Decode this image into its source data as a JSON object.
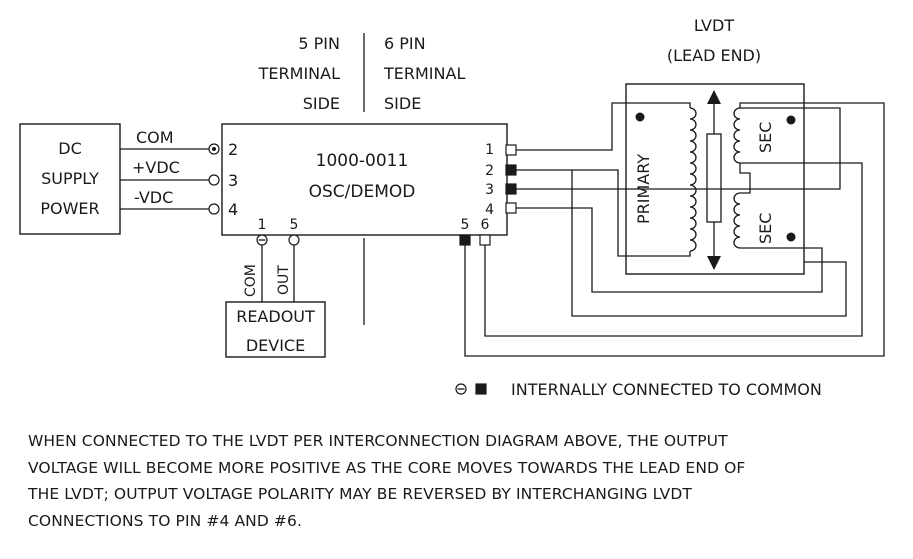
{
  "headings": {
    "five_pin": [
      "5 PIN",
      "TERMINAL",
      "SIDE"
    ],
    "six_pin": [
      "6 PIN",
      "TERMINAL",
      "SIDE"
    ],
    "lvdt": [
      "LVDT",
      "(LEAD END)"
    ]
  },
  "power_supply": {
    "lines": [
      "DC",
      "SUPPLY",
      "POWER"
    ]
  },
  "supply_wires": [
    "COM",
    "+VDC",
    "-VDC"
  ],
  "module": {
    "part_number": "1000-0011",
    "name": "OSC/DEMOD"
  },
  "left_pins": [
    "2",
    "3",
    "4"
  ],
  "bottom_pins": [
    "1",
    "5"
  ],
  "right_pins": [
    "1",
    "2",
    "3",
    "4"
  ],
  "bottom_right_pins": [
    "5",
    "6"
  ],
  "readout": {
    "lines": [
      "READOUT",
      "DEVICE"
    ],
    "wire_labels": [
      "COM",
      "OUT"
    ]
  },
  "lvdt_coils": {
    "primary": "PRIMARY",
    "secondary_top": "SEC",
    "secondary_bottom": "SEC"
  },
  "legend": {
    "text": "INTERNALLY CONNECTED TO COMMON"
  },
  "footnote": [
    "WHEN CONNECTED TO THE LVDT PER INTERCONNECTION DIAGRAM ABOVE, THE OUTPUT",
    "VOLTAGE WILL BECOME MORE POSITIVE AS THE CORE MOVES TOWARDS THE LEAD END OF",
    "THE LVDT; OUTPUT VOLTAGE POLARITY MAY BE REVERSED BY INTERCHANGING LVDT",
    "CONNECTIONS TO PIN #4 AND #6."
  ]
}
